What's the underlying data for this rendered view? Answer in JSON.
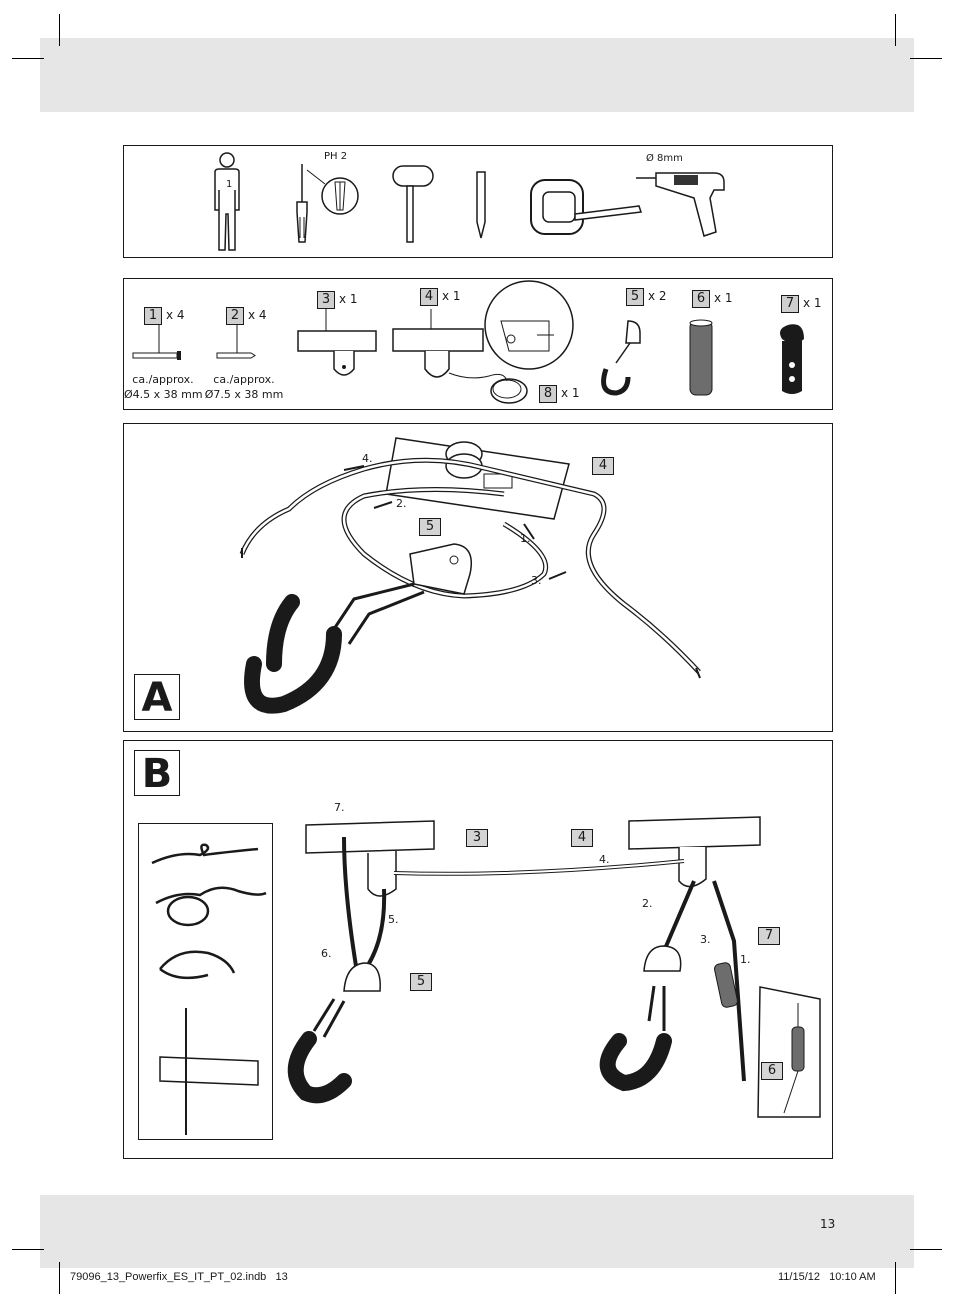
{
  "tools": {
    "person_count": "1",
    "screwdriver_label": "PH 2",
    "drill_label": "Ø 8mm"
  },
  "parts": [
    {
      "num": "1",
      "qty": "x 4"
    },
    {
      "num": "2",
      "qty": "x 4"
    },
    {
      "num": "3",
      "qty": "x 1"
    },
    {
      "num": "4",
      "qty": "x 1"
    },
    {
      "num": "5",
      "qty": "x 2"
    },
    {
      "num": "6",
      "qty": "x 1"
    },
    {
      "num": "7",
      "qty": "x 1"
    },
    {
      "num": "8",
      "qty": "x 1"
    }
  ],
  "screw_caption": {
    "line1": "ca./approx.",
    "line2": "Ø4.5 x 38 mm"
  },
  "dowel_caption": {
    "line1": "ca./approx.",
    "line2": "Ø7.5 x 38 mm"
  },
  "section_a": {
    "letter": "A",
    "steps": [
      "1.",
      "2.",
      "3.",
      "4."
    ],
    "callouts": [
      "4",
      "5"
    ]
  },
  "section_b": {
    "letter": "B",
    "steps": [
      "1.",
      "2.",
      "3.",
      "4.",
      "5.",
      "6.",
      "7."
    ],
    "callouts": [
      "3",
      "4",
      "5",
      "6",
      "7"
    ]
  },
  "page_number": "13",
  "footer": {
    "file": "79096_13_Powerfix_ES_IT_PT_02.indb   13",
    "timestamp": "11/15/12   10:10 AM"
  }
}
